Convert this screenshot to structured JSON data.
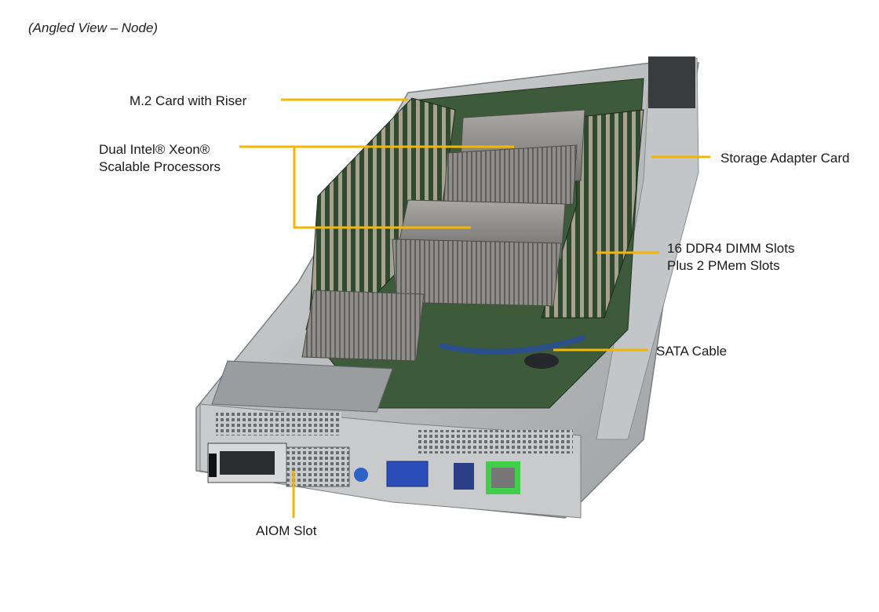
{
  "caption": "(Angled View – Node)",
  "callouts": {
    "m2": "M.2 Card with Riser",
    "cpu_line1": "Dual Intel® Xeon®",
    "cpu_line2": "Scalable Processors",
    "storage": "Storage Adapter Card",
    "dimm_line1": "16 DDR4 DIMM Slots",
    "dimm_line2": "Plus 2 PMem Slots",
    "sata": "SATA Cable",
    "aiom": "AIOM Slot"
  },
  "colors": {
    "leader": "#f2b705",
    "chassis": "#b9bcbe",
    "pcb": "#3e5a3b",
    "heatsink": "#8b8a88",
    "port_green": "#3fcf4a",
    "vga_blue": "#2a4fb8"
  }
}
